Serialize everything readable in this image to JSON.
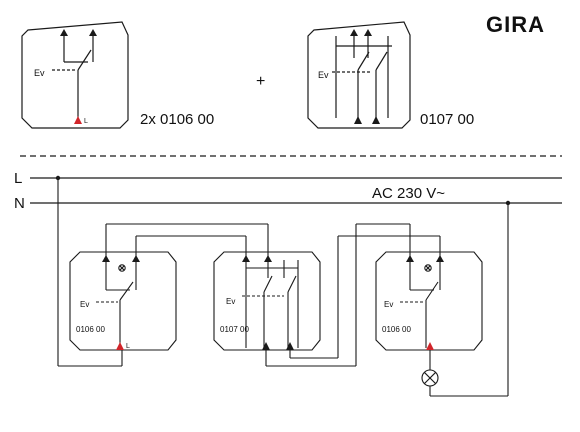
{
  "brand": "GIRA",
  "top": {
    "label_left": "2x 0106 00",
    "plus": "+",
    "label_right": "0107 00",
    "ev_left": "Ev",
    "ev_right": "Ev",
    "l_marker": "L"
  },
  "rails": {
    "l": "L",
    "n": "N",
    "voltage": "AC 230 V~"
  },
  "switches": [
    {
      "label": "0106 00",
      "ev": "Ev",
      "l_marker": "L"
    },
    {
      "label": "0107 00",
      "ev": "Ev"
    },
    {
      "label": "0106 00",
      "ev": "Ev"
    }
  ],
  "colors": {
    "line": "#1a1a1a",
    "live_terminal": "#d1252a",
    "box_fill": "#ffffff"
  }
}
